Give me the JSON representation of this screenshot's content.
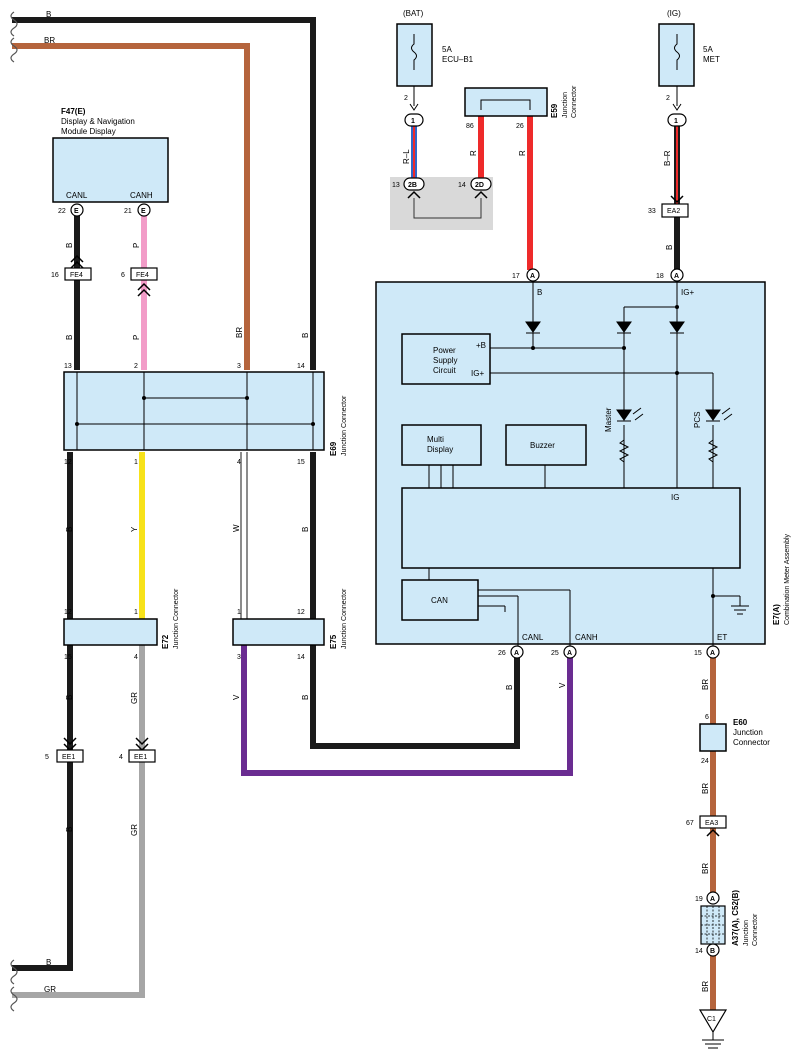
{
  "colors": {
    "black": "#1a1a1a",
    "brown": "#b5643c",
    "pink": "#f29cc8",
    "yellow": "#f7e21a",
    "gray": "#a6a6a6",
    "violet": "#6a2c91",
    "red": "#ee2a2a",
    "blue": "#2f66c8",
    "box_fill": "#cfe9f8",
    "shade": "#d9d9d9"
  },
  "wires": {
    "b": "B",
    "br": "BR",
    "p": "P",
    "y": "Y",
    "w": "W",
    "gr": "GR",
    "v": "V",
    "r": "R",
    "rl": "R–L",
    "b_r": "B–R"
  },
  "power": {
    "bat": "(BAT)",
    "ig": "(IG)",
    "fuse_bat_amp": "5A",
    "fuse_bat_name": "ECU–B1",
    "fuse_ig_amp": "5A",
    "fuse_ig_name": "MET"
  },
  "module_f47": {
    "id": "F47(E)",
    "name_line1": "Display & Navigation",
    "name_line2": "Module Display",
    "canl": "CANL",
    "canh": "CANH"
  },
  "connectors": {
    "fe4": "FE4",
    "ee1": "EE1",
    "ea2": "EA2",
    "ea3": "EA3",
    "c1": "C1",
    "e": "E",
    "a": "A",
    "b": "B",
    "one": "1",
    "two_b": "2B",
    "two_d": "2D"
  },
  "junctions": {
    "e59_id": "E59",
    "e69_id": "E69",
    "e72_id": "E72",
    "e75_id": "E75",
    "e60_id": "E60",
    "a37_id": "A37(A), C52(B)",
    "junction": "Junction",
    "connector": "Connector",
    "junction_connector": "Junction Connector"
  },
  "meter": {
    "id": "E7(A)",
    "name": "Combination Meter Assembly",
    "psu_line1": "Power",
    "psu_line2": "Supply",
    "psu_line3": "Circuit",
    "plus_b": "+B",
    "ig_plus": "IG+",
    "multi_line1": "Multi",
    "multi_line2": "Display",
    "buzzer": "Buzzer",
    "can": "CAN",
    "ig": "IG",
    "master": "Master",
    "pcs": "PCS",
    "canl": "CANL",
    "canh": "CANH",
    "et": "ET",
    "pin_b": "B",
    "pin_ig_plus": "IG+"
  },
  "pins": {
    "p2": "2",
    "p86": "86",
    "p26": "26",
    "p13": "13",
    "p14": "14",
    "p22": "22",
    "p21": "21",
    "p16": "16",
    "p6": "6",
    "p3": "3",
    "p12": "12",
    "p1": "1",
    "p4": "4",
    "p15": "15",
    "p5": "5",
    "p17": "17",
    "p18": "18",
    "p33": "33",
    "p25": "25",
    "p24": "24",
    "p67": "67",
    "p19": "19"
  }
}
